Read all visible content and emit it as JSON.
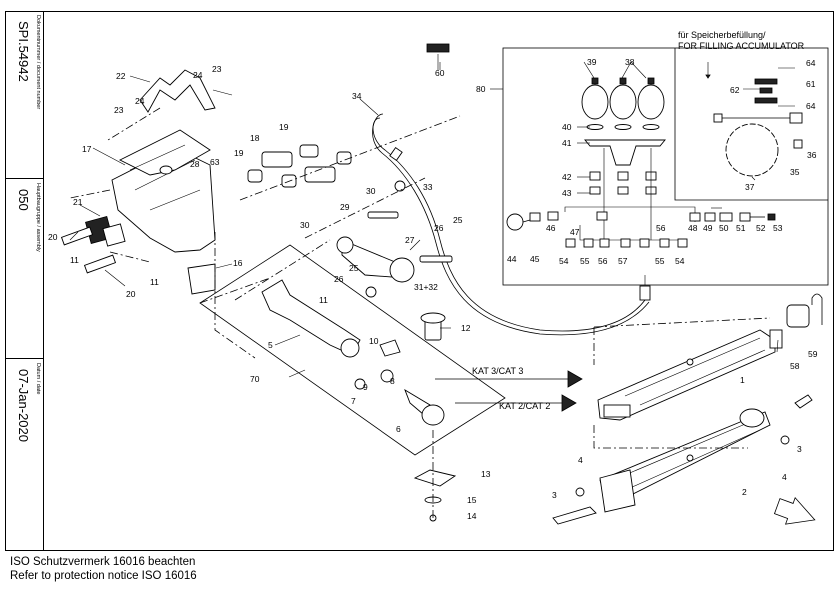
{
  "title_block": {
    "doc_number_caption": "Dokumentnummer / document number",
    "doc_number": "SPI.54942",
    "assembly_caption": "Hauptbaugruppe / assembly",
    "assembly": "050",
    "date_caption": "Datum / date",
    "date": "07-Jan-2020"
  },
  "notice": {
    "line_de": "ISO Schutzvermerk 16016 beachten",
    "line_en": "Refer to protection notice ISO 16016"
  },
  "accumulator_note": {
    "line_de": "für Speicherbefüllung/",
    "line_en": "FOR FILLING ACCUMULATOR"
  },
  "category_labels": {
    "cat3": "KAT 3/CAT 3",
    "cat2": "KAT 2/CAT 2"
  },
  "parts": {
    "p1": "1",
    "p2": "2",
    "p3a": "3",
    "p3b": "3",
    "p4a": "4",
    "p4b": "4",
    "p5": "5",
    "p6": "6",
    "p7": "7",
    "p8": "8",
    "p9": "9",
    "p10": "10",
    "p11a": "11",
    "p11b": "11",
    "p11c": "11",
    "p12": "12",
    "p13": "13",
    "p14": "14",
    "p15": "15",
    "p16": "16",
    "p17": "17",
    "p18": "18",
    "p19a": "19",
    "p19b": "19",
    "p20a": "20",
    "p20b": "20",
    "p21": "21",
    "p22": "22",
    "p23a": "23",
    "p23b": "23",
    "p24a": "24",
    "p24b": "24",
    "p25a": "25",
    "p25b": "25",
    "p26a": "26",
    "p26b": "26",
    "p27": "27",
    "p28": "28",
    "p29": "29",
    "p30a": "30",
    "p30b": "30",
    "p3132": "31+32",
    "p33": "33",
    "p34": "34",
    "p35": "35",
    "p36": "36",
    "p37": "37",
    "p38": "38",
    "p39": "39",
    "p40": "40",
    "p41": "41",
    "p42": "42",
    "p43": "43",
    "p44": "44",
    "p45": "45",
    "p46": "46",
    "p47": "47",
    "p48": "48",
    "p49": "49",
    "p50": "50",
    "p51": "51",
    "p52": "52",
    "p53": "53",
    "p54a": "54",
    "p54b": "54",
    "p55a": "55",
    "p55b": "55",
    "p56a": "56",
    "p56b": "56",
    "p57": "57",
    "p58": "58",
    "p59": "59",
    "p60": "60",
    "p61": "61",
    "p62": "62",
    "p63": "63",
    "p64a": "64",
    "p64b": "64",
    "p70": "70",
    "p80": "80"
  }
}
